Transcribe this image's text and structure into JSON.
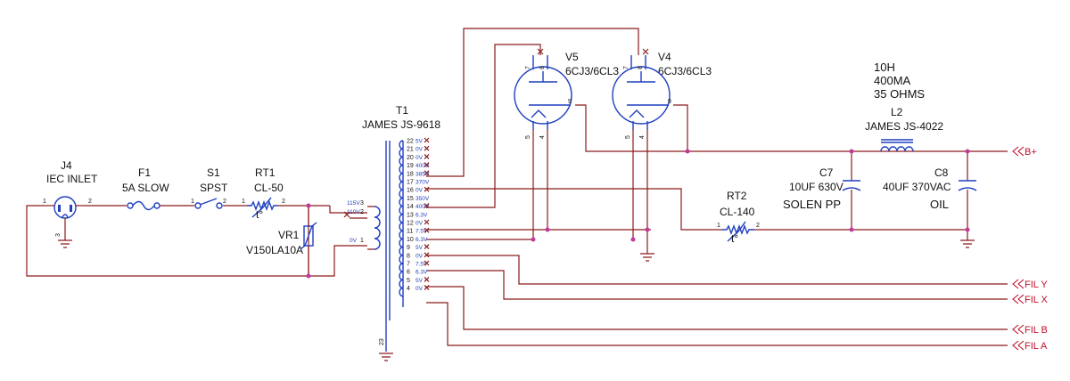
{
  "components": {
    "j4": {
      "ref": "J4",
      "value": "IEC INLET",
      "pins": [
        "1",
        "2",
        "3"
      ]
    },
    "f1": {
      "ref": "F1",
      "value": "5A SLOW"
    },
    "s1": {
      "ref": "S1",
      "value": "SPST",
      "pins": [
        "1",
        "2"
      ]
    },
    "rt1": {
      "ref": "RT1",
      "value": "CL-50",
      "pins": [
        "1",
        "2"
      ],
      "symbol": "t°"
    },
    "vr1": {
      "ref": "VR1",
      "value": "V150LA10A"
    },
    "t1": {
      "ref": "T1",
      "value": "JAMES JS-9618",
      "pin23": "23"
    },
    "v5": {
      "ref": "V5",
      "value": "6CJ3/6CL3",
      "pins": [
        "7",
        "8",
        "5",
        "4",
        "9"
      ]
    },
    "v4": {
      "ref": "V4",
      "value": "6CJ3/6CL3",
      "pins": [
        "7",
        "8",
        "5",
        "4",
        "9"
      ]
    },
    "rt2": {
      "ref": "RT2",
      "value": "CL-140",
      "pins": [
        "1",
        "2"
      ],
      "symbol": "t°"
    },
    "l2": {
      "ref": "L2",
      "value": "JAMES JS-4022",
      "spec": [
        "10H",
        "400MA",
        "35 OHMS"
      ]
    },
    "c7": {
      "ref": "C7",
      "value": "10UF 630V",
      "note": "SOLEN PP"
    },
    "c8": {
      "ref": "C8",
      "value": "40UF 370VAC",
      "note": "OIL"
    }
  },
  "primary_taps": [
    {
      "label": "115V",
      "pin": "3"
    },
    {
      "label": "110V",
      "pin": "2"
    },
    {
      "label": "0V",
      "pin": "1"
    }
  ],
  "secondary_taps": [
    {
      "pin": "22",
      "label": "5V"
    },
    {
      "pin": "21",
      "label": "0V"
    },
    {
      "pin": "20",
      "label": "0V"
    },
    {
      "pin": "19",
      "label": "400V"
    },
    {
      "pin": "18",
      "label": "385V"
    },
    {
      "pin": "17",
      "label": "370V"
    },
    {
      "pin": "16",
      "label": "0V"
    },
    {
      "pin": "15",
      "label": "350V"
    },
    {
      "pin": "14",
      "label": "400V"
    },
    {
      "pin": "13",
      "label": "6.3V"
    },
    {
      "pin": "12",
      "label": "0V"
    },
    {
      "pin": "11",
      "label": "7.5V"
    },
    {
      "pin": "10",
      "label": "6.3V"
    },
    {
      "pin": "9",
      "label": "5V"
    },
    {
      "pin": "8",
      "label": "0V"
    },
    {
      "pin": "7",
      "label": "7.5V"
    },
    {
      "pin": "6",
      "label": "6.3V"
    },
    {
      "pin": "5",
      "label": "5V"
    },
    {
      "pin": "4",
      "label": "0V"
    }
  ],
  "ports": [
    "B+",
    "FIL Y",
    "FIL X",
    "FIL B",
    "FIL A"
  ],
  "colors": {
    "wire": "#8b1a1a",
    "symbol": "#1f3fbf",
    "junction": "#c0399e",
    "port": "#c0112a"
  }
}
